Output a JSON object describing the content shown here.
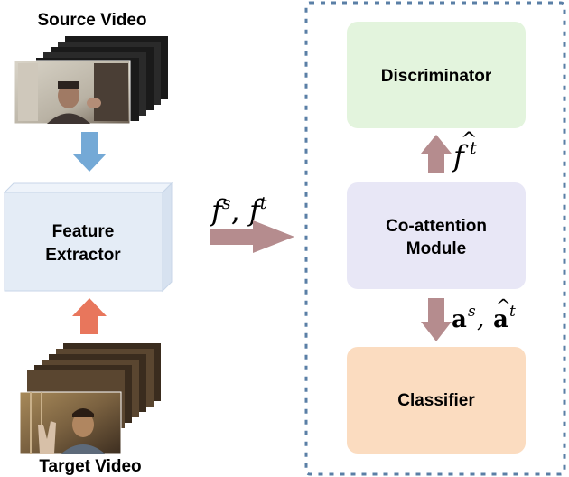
{
  "labels": {
    "source_video": "Source Video",
    "target_video": "Target Video",
    "feature_extractor_line1": "Feature",
    "feature_extractor_line2": "Extractor",
    "discriminator": "Discriminator",
    "coattention_line1": "Co-attention",
    "coattention_line2": "Module",
    "classifier": "Classifier"
  },
  "math": {
    "features_f": "f",
    "features_s": "s",
    "features_sep": ", ",
    "features_t": "t",
    "fhat_f": "f",
    "fhat_hat": "^",
    "fhat_t": "t",
    "attn_a": "a",
    "attn_s": "s",
    "attn_sep": ", ",
    "attn_hat": "^",
    "attn_t": "t"
  },
  "colors": {
    "source_arrow": "#74a9d6",
    "target_arrow": "#e8765c",
    "gray_arrow": "#b58c8e",
    "extractor_fill": "#e4ecf6",
    "discriminator_fill": "#e3f4dd",
    "coattention_fill": "#e8e7f6",
    "classifier_fill": "#fbdcc0",
    "dash_border": "#5a7fa6"
  }
}
